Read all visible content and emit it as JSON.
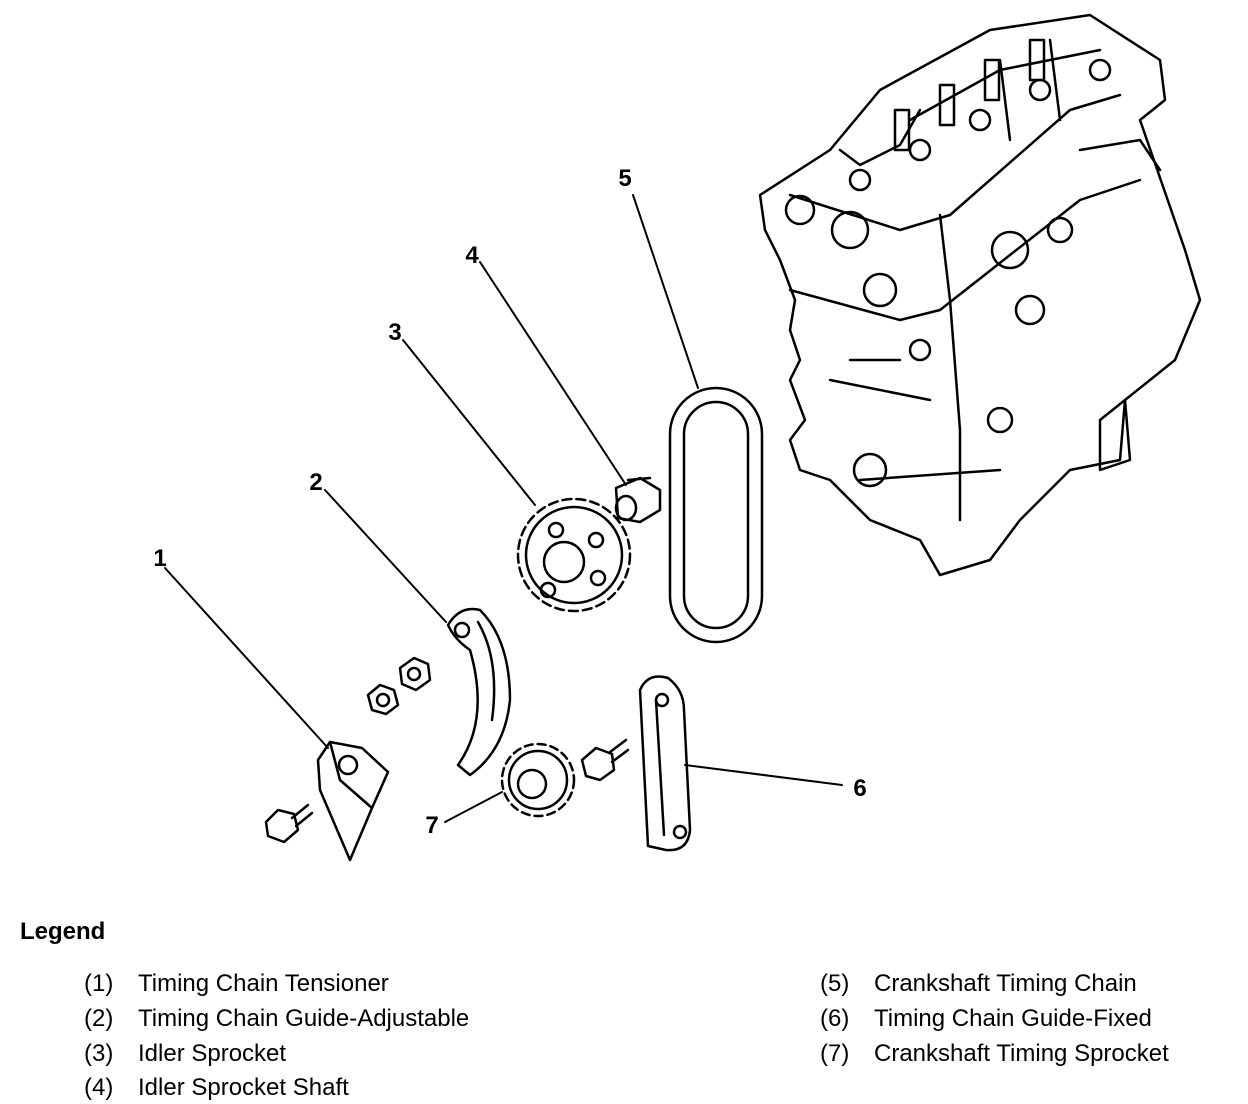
{
  "callouts": [
    "1",
    "2",
    "3",
    "4",
    "5",
    "6",
    "7"
  ],
  "legend": {
    "title": "Legend",
    "items": [
      {
        "num": "(1)",
        "label": "Timing Chain Tensioner"
      },
      {
        "num": "(2)",
        "label": "Timing Chain Guide-Adjustable"
      },
      {
        "num": "(3)",
        "label": "Idler Sprocket"
      },
      {
        "num": "(4)",
        "label": "Idler Sprocket Shaft"
      },
      {
        "num": "(5)",
        "label": "Crankshaft Timing Chain"
      },
      {
        "num": "(6)",
        "label": "Timing Chain Guide-Fixed"
      },
      {
        "num": "(7)",
        "label": "Crankshaft Timing Sprocket"
      }
    ]
  }
}
